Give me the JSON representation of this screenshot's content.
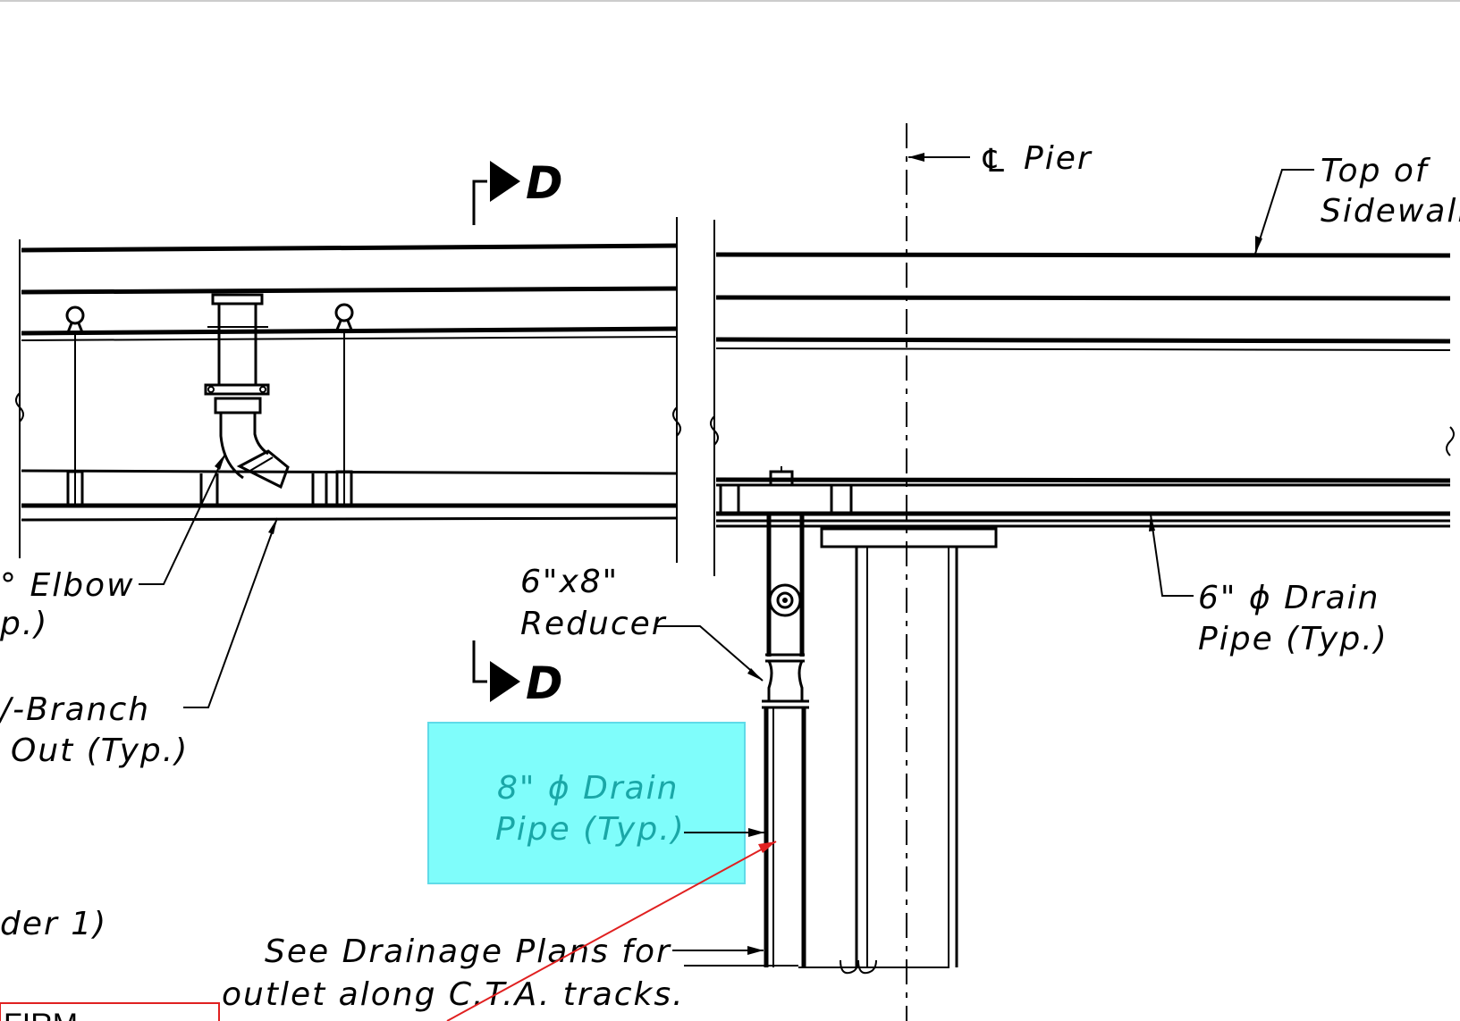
{
  "labels": {
    "section_top": "D",
    "section_bottom": "D",
    "pier_symbol": "℄",
    "pier": "Pier",
    "top_of_sidewalk_line1": "Top of",
    "top_of_sidewalk_line2": "Sidewalk",
    "elbow_line1": "° Elbow",
    "elbow_line2": "p.)",
    "branch_line1": "/-Branch",
    "branch_line2": "Out (Typ.)",
    "girder": "der 1)",
    "reducer_line1": "6\"x8\"",
    "reducer_line2": "Reducer",
    "drain6_line1": "6\" ϕ Drain",
    "drain6_line2": "Pipe (Typ.)",
    "drain8_line1": "8\" ϕ Drain",
    "drain8_line2": "Pipe (Typ.)",
    "see_plans_line1": "See Drainage Plans for",
    "see_plans_line2": "outlet along C.T.A. tracks.",
    "markup_box": "FIRM"
  },
  "colors": {
    "highlight_fill": "#7ffdfb",
    "highlight_stroke": "#5fdbe8",
    "highlight_text": "#1aa7a7",
    "markup_red": "#e02020",
    "ink": "#000000"
  }
}
